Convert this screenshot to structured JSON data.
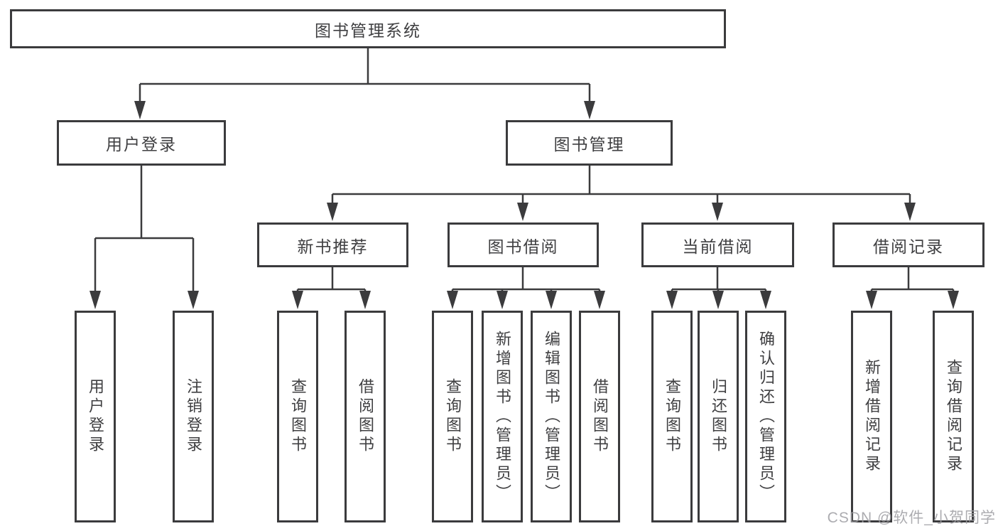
{
  "diagram": {
    "root": {
      "label": "图书管理系统"
    },
    "branches": [
      {
        "label": "用户登录",
        "children": [
          {
            "label": "用户登录"
          },
          {
            "label": "注销登录"
          }
        ]
      },
      {
        "label": "图书管理",
        "children": [
          {
            "label": "新书推荐",
            "children": [
              {
                "label": "查询图书"
              },
              {
                "label": "借阅图书"
              }
            ]
          },
          {
            "label": "图书借阅",
            "children": [
              {
                "label": "查询图书"
              },
              {
                "label": "新增图书（管理员）"
              },
              {
                "label": "编辑图书（管理员）"
              },
              {
                "label": "借阅图书"
              }
            ]
          },
          {
            "label": "当前借阅",
            "children": [
              {
                "label": "查询图书"
              },
              {
                "label": "归还图书"
              },
              {
                "label": "确认归还（管理员）"
              }
            ]
          },
          {
            "label": "借阅记录",
            "children": [
              {
                "label": "新增借阅记录"
              },
              {
                "label": "查询借阅记录"
              }
            ]
          }
        ]
      }
    ],
    "watermark": "CSDN @软件_小贺同学",
    "colors": {
      "line": "#3b3b3d",
      "text": "#3f3f41",
      "watermark": "#9e9ea3"
    }
  }
}
